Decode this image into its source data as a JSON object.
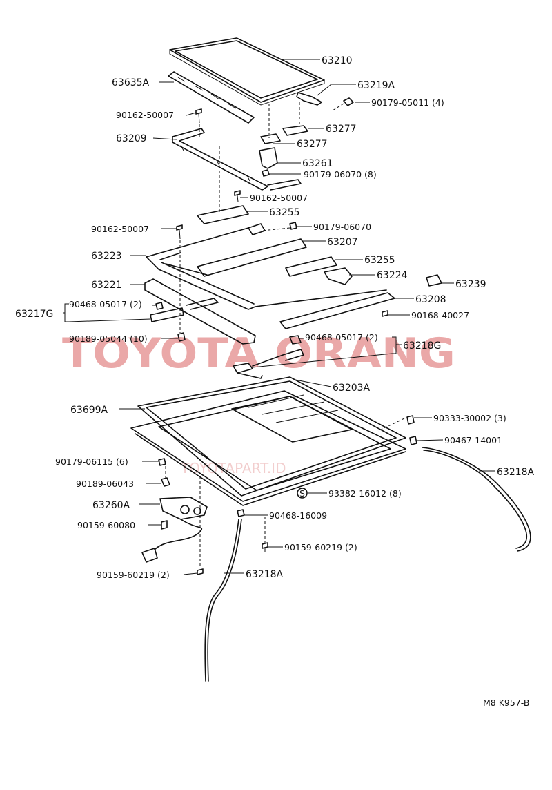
{
  "watermark": {
    "brand": "TOYOTA ORANG",
    "site": "TOYOTAPART.ID",
    "color": "#e48b8b"
  },
  "diagram_code": "M8 K957-B",
  "labels": {
    "p63210": "63210",
    "p63635A": "63635A",
    "p63219A": "63219A",
    "p90179_05011": "90179-05011 (4)",
    "p90162_50007_a": "90162-50007",
    "p63277_a": "63277",
    "p63209": "63209",
    "p63277_b": "63277",
    "p63261": "63261",
    "p90179_06070_8": "90179-06070 (8)",
    "p90162_50007_b": "90162-50007",
    "p63255_a": "63255",
    "p90162_50007_c": "90162-50007",
    "p90179_06070": "90179-06070",
    "p63207": "63207",
    "p63223": "63223",
    "p63255_b": "63255",
    "p63224": "63224",
    "p63221": "63221",
    "p63239": "63239",
    "p63208": "63208",
    "p63217G": "63217G",
    "p90468_05017_2_l": "90468-05017 (2)",
    "p90168_40027": "90168-40027",
    "p90189_05044": "90189-05044 (10)",
    "p90468_05017_2_r": "90468-05017 (2)",
    "p63218G": "63218G",
    "p63203A": "63203A",
    "p63699A": "63699A",
    "p90333_30002": "90333-30002 (3)",
    "p90467_14001": "90467-14001",
    "p90179_06115": "90179-06115 (6)",
    "p63218A_r": "63218A",
    "p90189_06043": "90189-06043",
    "p93382_16012": "93382-16012 (8)",
    "s_mark": "S",
    "p63260A": "63260A",
    "p90468_16009": "90468-16009",
    "p90159_60080": "90159-60080",
    "p90159_60219_a": "90159-60219 (2)",
    "p90159_60219_b": "90159-60219 (2)",
    "p63218A_b": "63218A"
  }
}
